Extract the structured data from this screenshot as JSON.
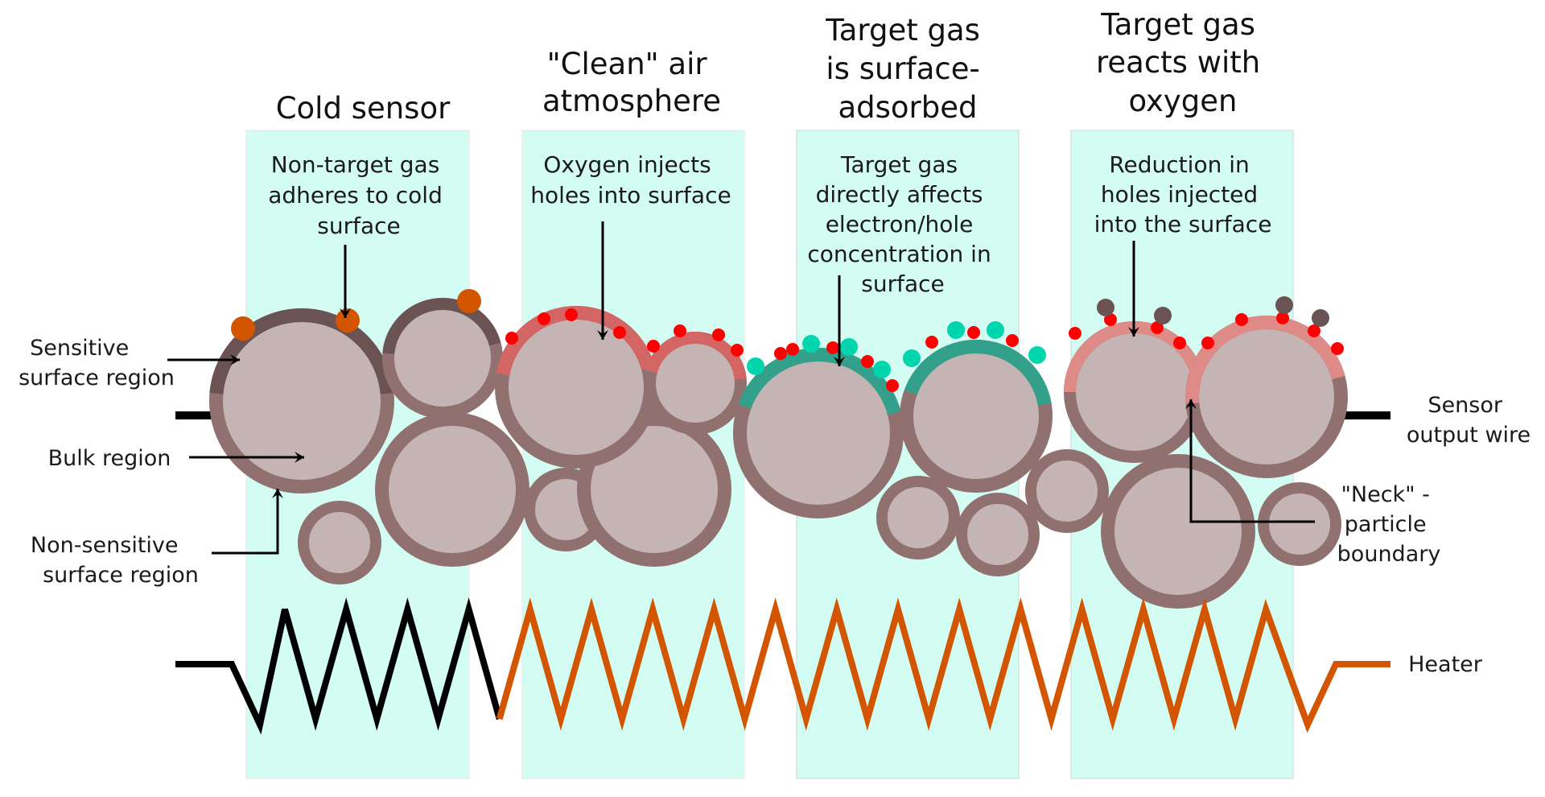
{
  "colors": {
    "panel": "#d3fcf3",
    "bulk": "#c5b4b4",
    "shell": "#917070",
    "cold_surface": "#6b5353",
    "clean_surface": "#d46565",
    "adsorbed_surface": "#32a08a",
    "react_surface": "#de8a87",
    "oxygen": "#ff0000",
    "target_gas": "#00d5ae",
    "non_target_gas": "#d45500",
    "product": "#6b5353",
    "heater_cold": "#000000",
    "heater_hot": "#d45500"
  },
  "panels": [
    {
      "title": [
        "Cold sensor"
      ],
      "note": [
        "Non-target gas",
        "adheres to cold",
        "surface"
      ]
    },
    {
      "title": [
        "\"Clean\" air",
        "atmosphere"
      ],
      "note": [
        "Oxygen injects",
        "holes into surface"
      ]
    },
    {
      "title": [
        "Target gas",
        "is surface-",
        "adsorbed"
      ],
      "note": [
        "Target gas",
        "directly affects",
        "electron/hole",
        "concentration in",
        "surface"
      ]
    },
    {
      "title": [
        "Target gas",
        "reacts with",
        "oxygen"
      ],
      "note": [
        "Reduction in",
        "holes injected",
        "into the surface"
      ]
    }
  ],
  "labels": {
    "sensitive": [
      "Sensitive",
      "surface region"
    ],
    "bulk": [
      "Bulk region"
    ],
    "non_sensitive": [
      "Non-sensitive",
      "surface region"
    ],
    "sensor_wire": [
      "Sensor",
      "output wire"
    ],
    "neck": [
      "\"Neck\" -",
      "particle",
      "boundary"
    ],
    "heater": [
      "Heater"
    ]
  }
}
